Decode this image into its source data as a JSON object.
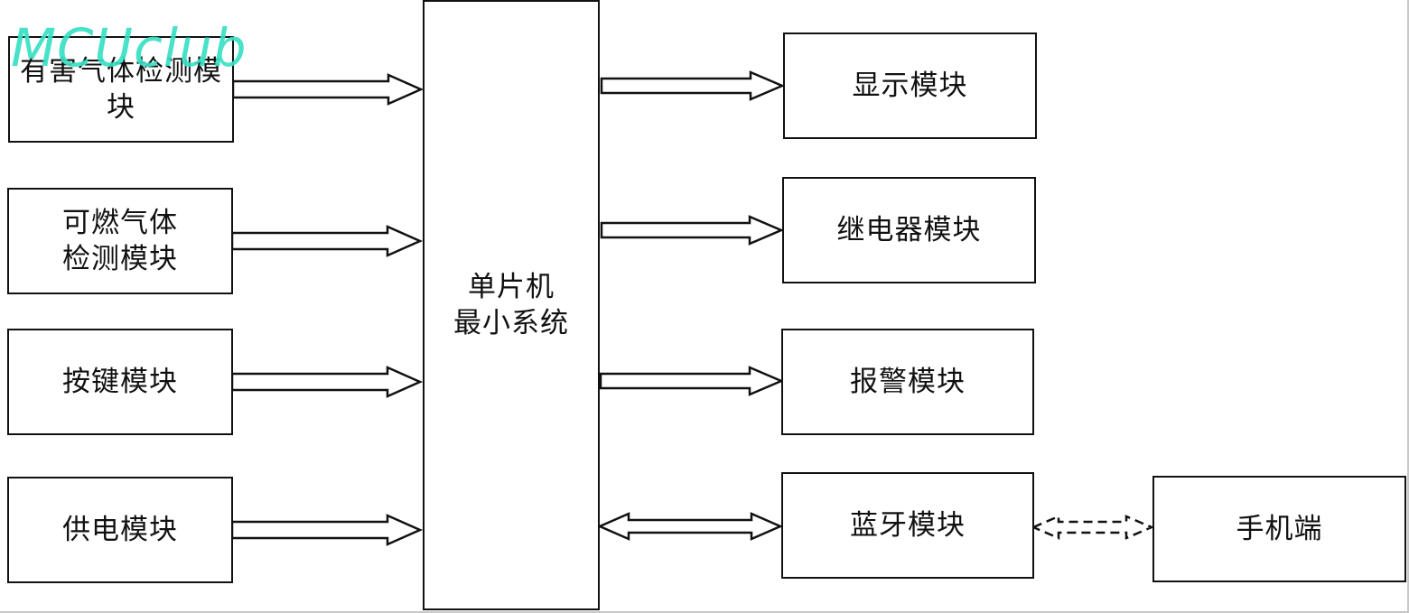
{
  "watermark": "MCUclub",
  "center": {
    "label": "单片机\n最小系统"
  },
  "inputs": [
    {
      "label": "有害气体检测模\n块"
    },
    {
      "label": "可燃气体\n检测模块"
    },
    {
      "label": "按键模块"
    },
    {
      "label": "供电模块"
    }
  ],
  "outputs": [
    {
      "label": "显示模块"
    },
    {
      "label": "继电器模块"
    },
    {
      "label": "报警模块"
    },
    {
      "label": "蓝牙模块"
    }
  ],
  "external": {
    "label": "手机端"
  },
  "colors": {
    "stroke": "#111111",
    "watermark": "#38e0c4",
    "background": "#ffffff"
  }
}
